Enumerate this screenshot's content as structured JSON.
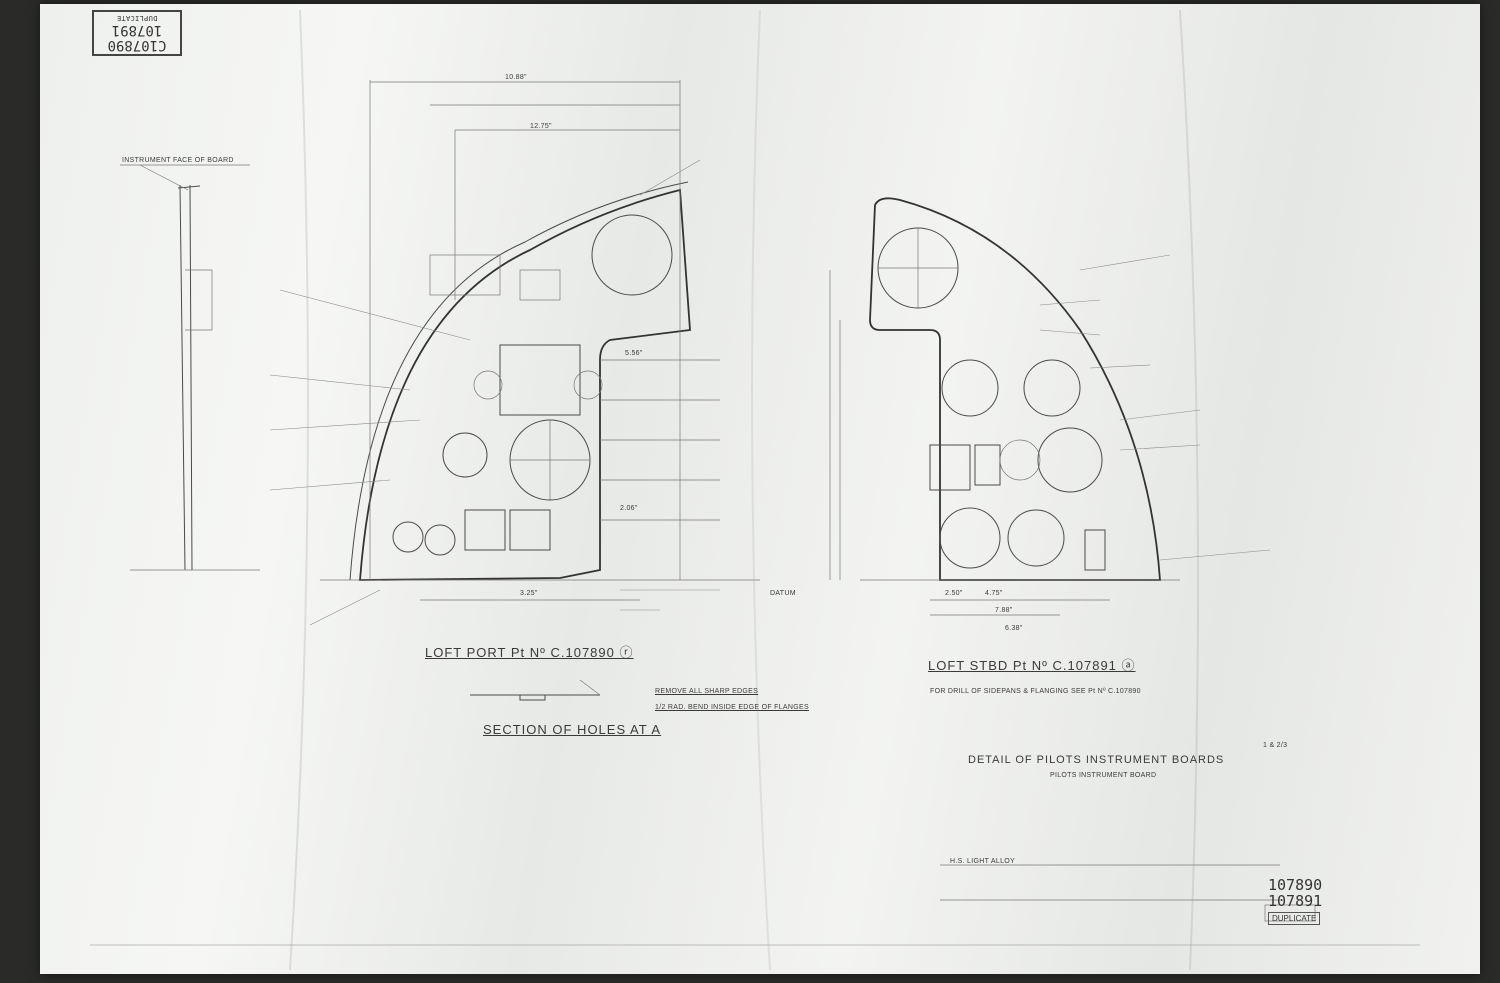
{
  "drawing": {
    "stamp_lines": [
      "C107890",
      "107891",
      "DUPLICATE"
    ],
    "title_port": "LOFT  PORT  Pt Nº C.107890 ⓡ",
    "title_stbd": "LOFT  STBD  Pt Nº C.107891 ⓐ",
    "section_title": "SECTION  OF  HOLES  AT  A",
    "detail_title": "DETAIL  OF  PILOTS  INSTRUMENT  BOARDS",
    "detail_subtitle": "PILOTS INSTRUMENT BOARD",
    "stbd_note": "FOR  DRILL  OF  SIDEPANS  &  FLANGING  SEE  Pt Nº C.107890",
    "remove_note": "REMOVE  ALL  SHARP  EDGES",
    "bend_note": "1/2 RAD. BEND INSIDE EDGE OF FLANGES",
    "instrument_note": "INSTRUMENT  FACE  OF  BOARD",
    "datum_label": "DATUM",
    "drawing_numbers": [
      "107890",
      "107891"
    ],
    "duplicate_label": "DUPLICATE",
    "material": "H.S. LIGHT ALLOY",
    "scale_note": "1 & 2/3",
    "dimensions": [
      "12.75\"",
      "10.88\"",
      "5.56\"",
      "7.88\"",
      "2.50\"",
      "4.75\"",
      "6.38\"",
      "2.06\"",
      "3.25\""
    ]
  }
}
